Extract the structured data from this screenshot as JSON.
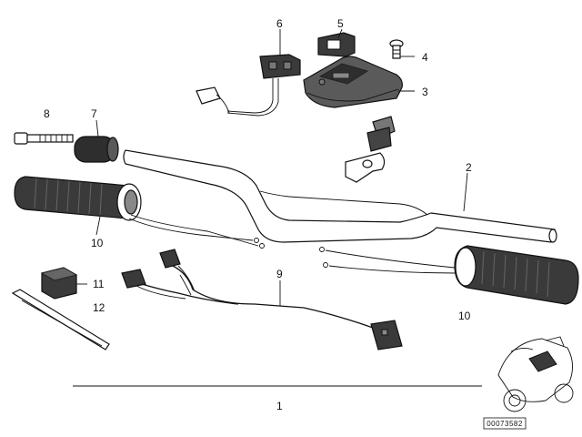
{
  "diagram": {
    "callouts": {
      "c1": "1",
      "c2": "2",
      "c3": "3",
      "c4": "4",
      "c5": "5",
      "c6": "6",
      "c7": "7",
      "c8": "8",
      "c9": "9",
      "c10_left": "10",
      "c10_right": "10",
      "c11": "11",
      "c12": "12"
    },
    "part_number": "00073582"
  }
}
